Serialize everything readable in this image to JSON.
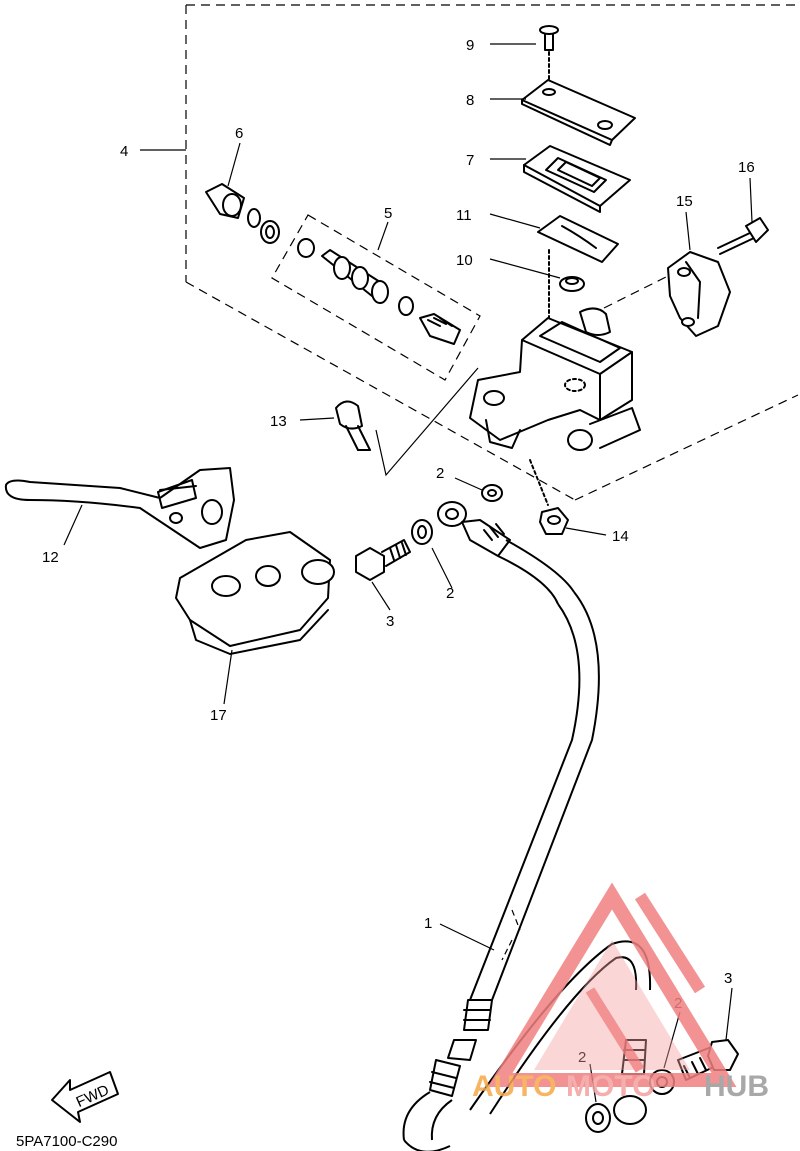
{
  "diagram": {
    "part_labels": [
      "1",
      "2",
      "3",
      "4",
      "5",
      "6",
      "7",
      "8",
      "9",
      "10",
      "11",
      "12",
      "13",
      "14",
      "15",
      "16",
      "17"
    ],
    "extra_labels": {
      "washer_2_lower_left": "2",
      "washer_2_lower_right": "2",
      "washer_2_upper": "2",
      "bolt_3_lower": "3"
    },
    "reference_code": "5PA7100-C290",
    "fwd_arrow_label": "FWD",
    "watermark": {
      "text_auto": "AUTO",
      "text_moto": "MOTO",
      "text_hub": "HUB",
      "colors": {
        "logo": "#f08080",
        "text_orange": "#f6a94a",
        "text_pink": "#f4a0a0",
        "text_gray": "#9a9a9a"
      }
    }
  }
}
